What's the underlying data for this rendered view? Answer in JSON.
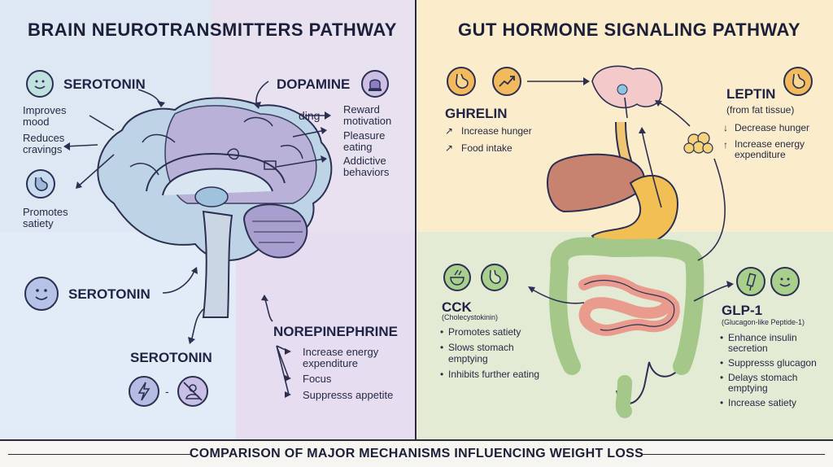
{
  "left": {
    "title": "BRAIN NEUROTRANSMITTERS PATHWAY",
    "serotonin_top": {
      "label": "SEROTONIN",
      "effects": [
        "Improves mood",
        "Reduces cravings"
      ],
      "icon": "smile-face-icon"
    },
    "satiety": {
      "text": "Promotes satiety",
      "icon": "stomach-icon"
    },
    "dopamine": {
      "label": "DOPAMINE",
      "icon": "siren-icon",
      "ding": "ding",
      "effects": [
        "Reward motivation",
        "Pleasure eating",
        "Addictive behaviors"
      ]
    },
    "serotonin_mid": {
      "label": "SEROTONIN",
      "icon": "smile-face-icon"
    },
    "serotonin_bottom": {
      "label": "SEROTONIN",
      "icons": [
        "lightning-icon",
        "no-person-icon"
      ],
      "separator": "-"
    },
    "norepinephrine": {
      "label": "NOREPINEPHRINE",
      "effects": [
        "Increase energy expenditure",
        "Focus",
        "Suppresss appetite"
      ]
    }
  },
  "right": {
    "title": "GUT HORMONE SIGNALING PATHWAY",
    "ghrelin": {
      "label": "GHRELIN",
      "icons": [
        "stomach-icon",
        "trend-up-icon"
      ],
      "effects": [
        "Increase hunger",
        "Food intake"
      ]
    },
    "leptin": {
      "label": "LEPTIN",
      "subtitle": "(from fat tissue)",
      "icon": "stomach-icon",
      "effects": [
        "Decrease hunger",
        "Increase energy expenditure"
      ]
    },
    "cck": {
      "label": "CCK",
      "subtitle": "(Cholecystokinin)",
      "icons": [
        "bowl-icon",
        "stomach-icon"
      ],
      "effects": [
        "Promotes satiety",
        "Slows stomach emptying",
        "Inhibits further eating"
      ]
    },
    "glp1": {
      "label": "GLP-1",
      "subtitle": "(Glucagon-like Peptide-1)",
      "icons": [
        "syringe-icon",
        "smile-face-icon"
      ],
      "effects": [
        "Enhance insulin secretion",
        "Suppresss glucagon",
        "Delays stomach emptying",
        "Increase satiety"
      ]
    }
  },
  "footer": {
    "text": "COMPARISON OF MAJOR MECHANISMS INFLUENCING WEIGHT LOSS"
  },
  "colors": {
    "brain_bg_blue": "#dfe9f4",
    "brain_bg_purple": "#e8e0ef",
    "gut_bg_yellow": "#fbecc9",
    "gut_bg_green": "#e4ecd7",
    "ink": "#1f2346"
  }
}
